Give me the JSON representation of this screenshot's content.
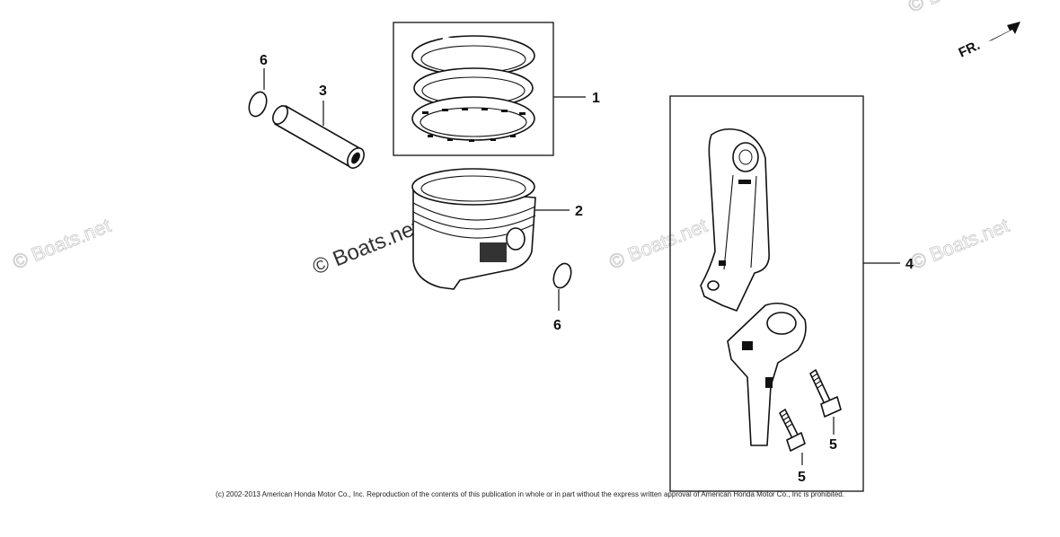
{
  "watermarks": [
    "© Boats.net",
    "© Boats.net",
    "© Boats.net",
    "© Boats.net",
    "© Boats.net"
  ],
  "callouts": {
    "piston_ring_set": "1",
    "piston": "2",
    "piston_pin": "3",
    "connecting_rod_assembly": "4",
    "rod_bolt_left": "5",
    "rod_bolt_right": "5",
    "pin_clip_top": "6",
    "pin_clip_bottom": "6"
  },
  "direction_indicator": "FR.",
  "copyright": "(c) 2002-2013 American Honda Motor Co., Inc. Reproduction of the contents of this publication in whole or in part without the express written approval of American Honda Motor Co., Inc is prohibited.",
  "icons": {
    "front_arrow": "arrow-right-up-icon"
  }
}
